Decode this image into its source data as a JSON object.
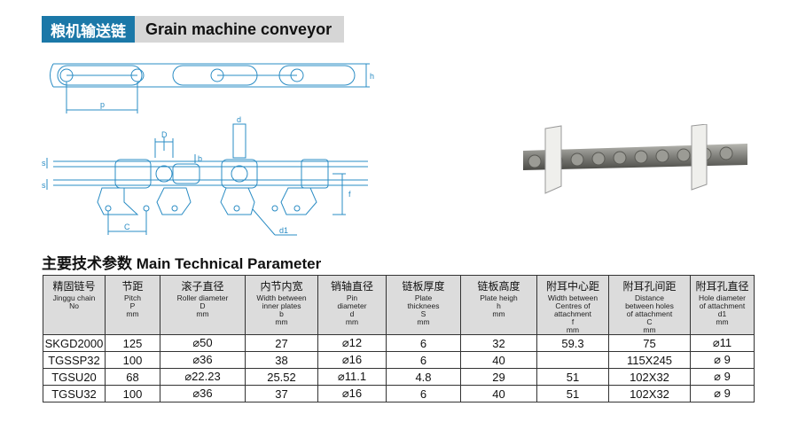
{
  "header": {
    "cn_title": "粮机输送链",
    "en_title": "Grain machine conveyor"
  },
  "drawing": {
    "labels": {
      "p": "p",
      "h": "h",
      "D": "D",
      "d": "d",
      "b": "b",
      "s1": "s",
      "s2": "s",
      "f": "f",
      "C": "C",
      "d1": "d1"
    }
  },
  "section": {
    "title": "主要技术参数 Main Technical Parameter"
  },
  "table": {
    "headers": [
      {
        "cn": "精固链号",
        "en": [
          "Jinggu chain",
          "No"
        ]
      },
      {
        "cn": "节距",
        "en": [
          "Pitch",
          "P",
          "mm"
        ]
      },
      {
        "cn": "滚子直径",
        "en": [
          "Roller diameter",
          "D",
          "mm"
        ]
      },
      {
        "cn": "内节内宽",
        "en": [
          "Width between",
          "inner plates",
          "b",
          "mm"
        ]
      },
      {
        "cn": "销轴直径",
        "en": [
          "Pin",
          "diameter",
          "d",
          "mm"
        ]
      },
      {
        "cn": "链板厚度",
        "en": [
          "Plate",
          "thicknees",
          "S",
          "mm"
        ]
      },
      {
        "cn": "链板高度",
        "en": [
          "Plate heigh",
          "h",
          "mm"
        ]
      },
      {
        "cn": "附耳中心距",
        "en": [
          "Width between",
          "Centres of",
          "attachment",
          "f",
          "mm"
        ]
      },
      {
        "cn": "附耳孔间距",
        "en": [
          "Distance",
          "between holes",
          "of attachment",
          "C",
          "mm"
        ]
      },
      {
        "cn": "附耳孔直径",
        "en": [
          "Hole diameter",
          "of attachment",
          "d1",
          "mm"
        ]
      }
    ],
    "rows": [
      [
        "SKGD2000",
        "125",
        "⌀50",
        "27",
        "⌀12",
        "6",
        "32",
        "59.3",
        "75",
        "⌀11"
      ],
      [
        "TGSSP32",
        "100",
        "⌀36",
        "38",
        "⌀16",
        "6",
        "40",
        "",
        "115X245",
        "⌀ 9"
      ],
      [
        "TGSU20",
        "68",
        "⌀22.23",
        "25.52",
        "⌀11.1",
        "4.8",
        "29",
        "51",
        "102X32",
        "⌀ 9"
      ],
      [
        "TGSU32",
        "100",
        "⌀36",
        "37",
        "⌀16",
        "6",
        "40",
        "51",
        "102X32",
        "⌀ 9"
      ]
    ]
  },
  "colors": {
    "header_cn_bg": "#1b78a8",
    "header_en_bg": "#d6d6d6",
    "drawing_line": "#2a8cc4",
    "table_header_bg": "#dcdcdc"
  }
}
